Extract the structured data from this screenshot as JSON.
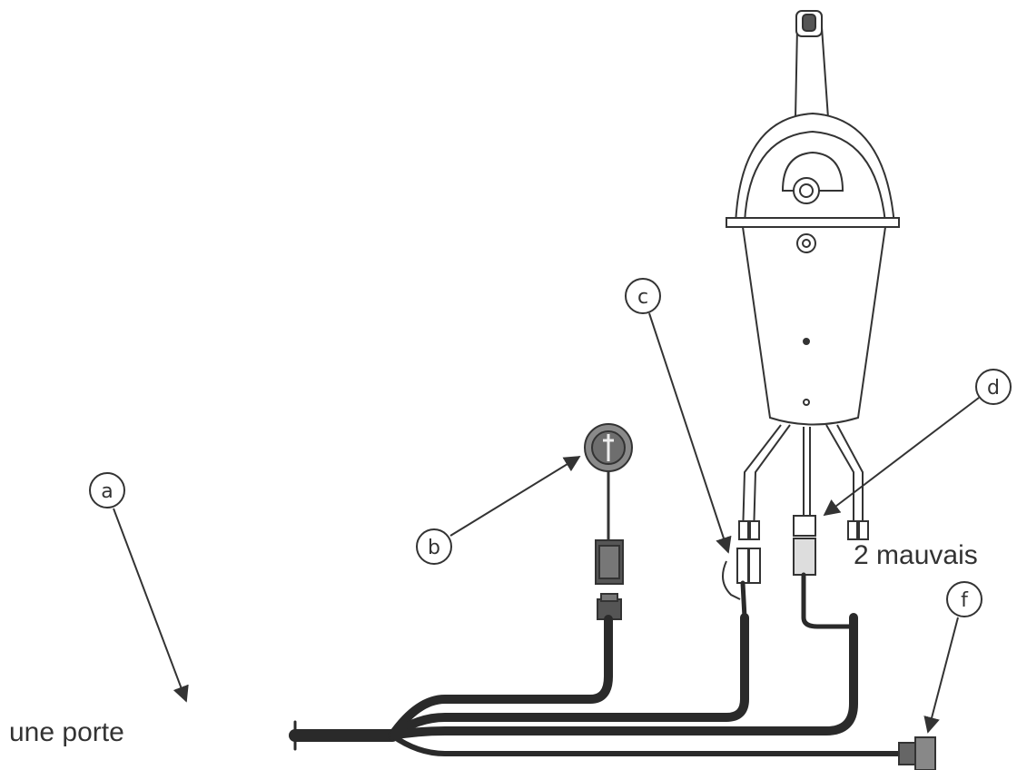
{
  "callouts": {
    "a": "a",
    "b": "b",
    "c": "c",
    "d": "d",
    "f": "f"
  },
  "overlay_labels": {
    "mauvais": "2 mauvais",
    "porte": "une porte"
  },
  "colors": {
    "line": "#333333",
    "cable": "#2a2a2a",
    "key_switch": "#7a7a7a",
    "background": "#ffffff"
  }
}
